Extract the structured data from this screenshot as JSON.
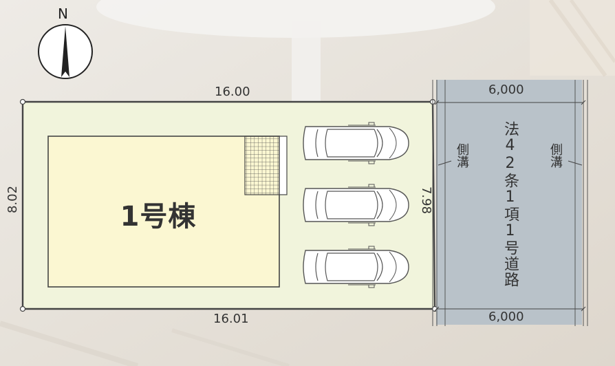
{
  "compass": {
    "north_label": "N"
  },
  "lot": {
    "dim_top": "16.00",
    "dim_bottom": "16.01",
    "dim_left": "8.02",
    "dim_right": "7.98"
  },
  "building": {
    "label": "1号棟"
  },
  "parking": {
    "car_count": 3
  },
  "road": {
    "width_top": "6,000",
    "width_bottom": "6,000",
    "label": "法42条1項1号道路",
    "gutter_left": "側溝",
    "gutter_right": "側溝"
  },
  "colors": {
    "lot_fill": "#f1f4dc",
    "building_fill": "#fbf7d2",
    "road_fill": "#b9c2c9",
    "line": "#444444"
  }
}
